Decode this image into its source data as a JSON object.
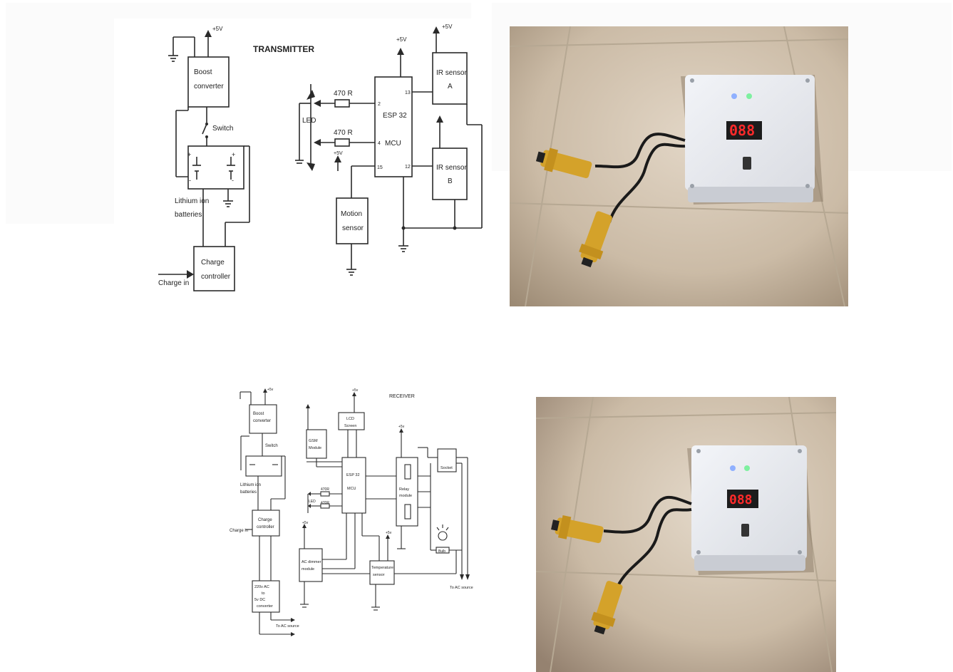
{
  "transmitter": {
    "title": "TRANSMITTER",
    "plus5v_a": "+5V",
    "plus5v_b": "+5V",
    "plus5v_c": "+5V",
    "plus5v_d": "+5V",
    "boost_l1": "Boost",
    "boost_l2": "converter",
    "switch": "Switch",
    "batteries_l1": "Lithium ion",
    "batteries_l2": "batteries",
    "charge_in": "Charge in",
    "charge_l1": "Charge",
    "charge_l2": "controller",
    "res1": "470 R",
    "res2": "470 R",
    "led": "LED",
    "mcu_l1": "ESP 32",
    "mcu_l2": "MCU",
    "pin2": "2",
    "pin4": "4",
    "pin15": "15",
    "pin13": "13",
    "pin12": "12",
    "ir_a_l1": "IR sensor",
    "ir_a_l2": "A",
    "ir_b_l1": "IR sensor",
    "ir_b_l2": "B",
    "motion_l1": "Motion",
    "motion_l2": "sensor",
    "plus_sign": "+",
    "minus_sign": "-"
  },
  "receiver": {
    "title": "RECEIVER",
    "plus5v": "+5v",
    "boost_l1": "Boost",
    "boost_l2": "converter",
    "switch": "Switch",
    "batteries_l1": "Lithium ion",
    "batteries_l2": "batteries",
    "charge_in": "Charge in",
    "charge_l1": "Charge",
    "charge_l2": "controller",
    "ac_dc_l1": "220v AC",
    "ac_dc_l2": "to",
    "ac_dc_l3": "5v DC",
    "ac_dc_l4": "converter",
    "to_ac_1": "To AC source",
    "to_ac_2": "To AC source",
    "gsm_l1": "GSM",
    "gsm_l2": "Module",
    "lcd_l1": "LCD",
    "lcd_l2": "Screen",
    "mcu_l1": "ESP 32",
    "mcu_l2": "MCU",
    "res1": "470R",
    "res2": "470R",
    "led": "LED",
    "dimmer_l1": "AC dimmer",
    "dimmer_l2": "module",
    "temp_l1": "Temperature",
    "temp_l2": "sensor",
    "relay_l1": "Relay",
    "relay_l2": "module",
    "socket": "Socket",
    "bulb": "Bulb"
  },
  "photos": {
    "display_digits": "088"
  }
}
